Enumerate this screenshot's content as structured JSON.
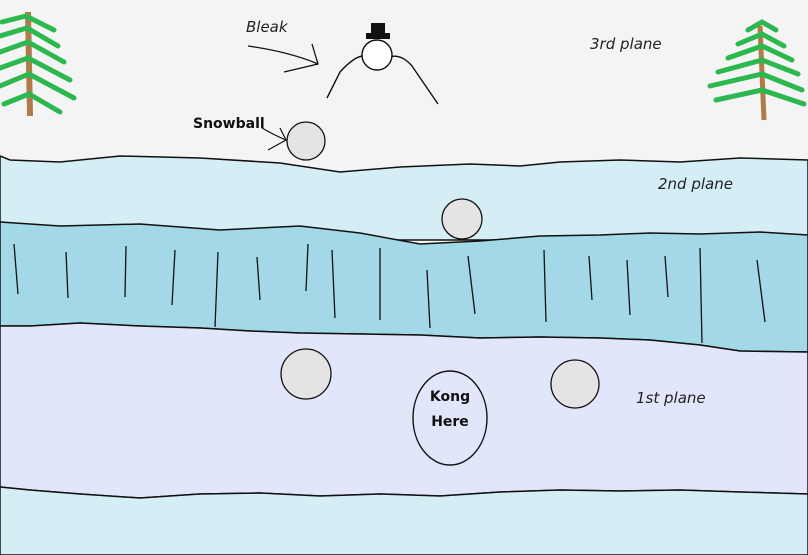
{
  "labels": {
    "bleak": "Bleak",
    "snowball": "Snowball",
    "plane3": "3rd plane",
    "plane2": "2nd plane",
    "plane1": "1st plane",
    "kong_line1": "Kong",
    "kong_line2": "Here"
  },
  "colors": {
    "snow_top": "#f4f4f4",
    "ice_upper": "#d5eef6",
    "ice_cliff": "#a3d8e6",
    "ice_floor": "#e2e6fb",
    "ice_bottom": "#d5eef6",
    "snowball": "#e4e4e4",
    "tree_green": "#2db84f",
    "tree_trunk": "#b07a4a"
  },
  "icons": [
    "pine-tree-icon",
    "snowman-bleak-icon",
    "snowball-icon",
    "top-hat-icon"
  ]
}
